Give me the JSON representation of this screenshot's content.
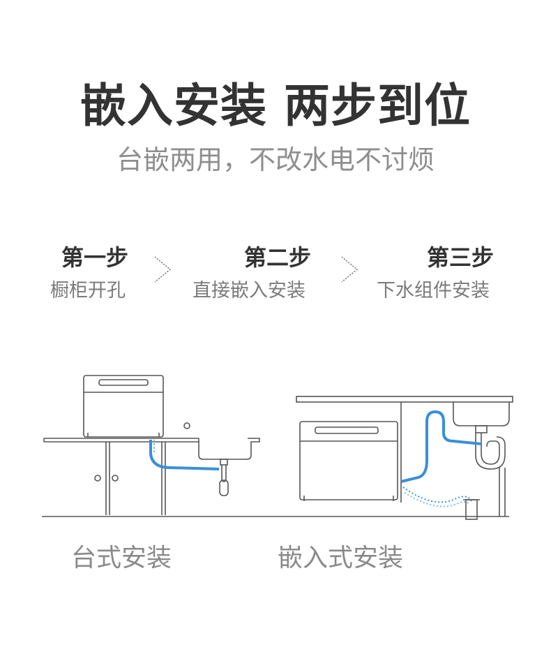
{
  "header": {
    "title": "嵌入安装 两步到位",
    "subtitle": "台嵌两用，不改水电不讨烦"
  },
  "steps": [
    {
      "title": "第一步",
      "desc": "橱柜开孔"
    },
    {
      "title": "第二步",
      "desc": "直接嵌入安装"
    },
    {
      "title": "第三步",
      "desc": "下水组件安装"
    }
  ],
  "captions": {
    "countertop": "台式安装",
    "builtin": "嵌入式安装"
  },
  "colors": {
    "line": "#555555",
    "pipe_blue": "#3a8fd8",
    "pipe_light": "#7fbde8",
    "text_dark": "#333333",
    "text_gray": "#8e8e8e"
  }
}
